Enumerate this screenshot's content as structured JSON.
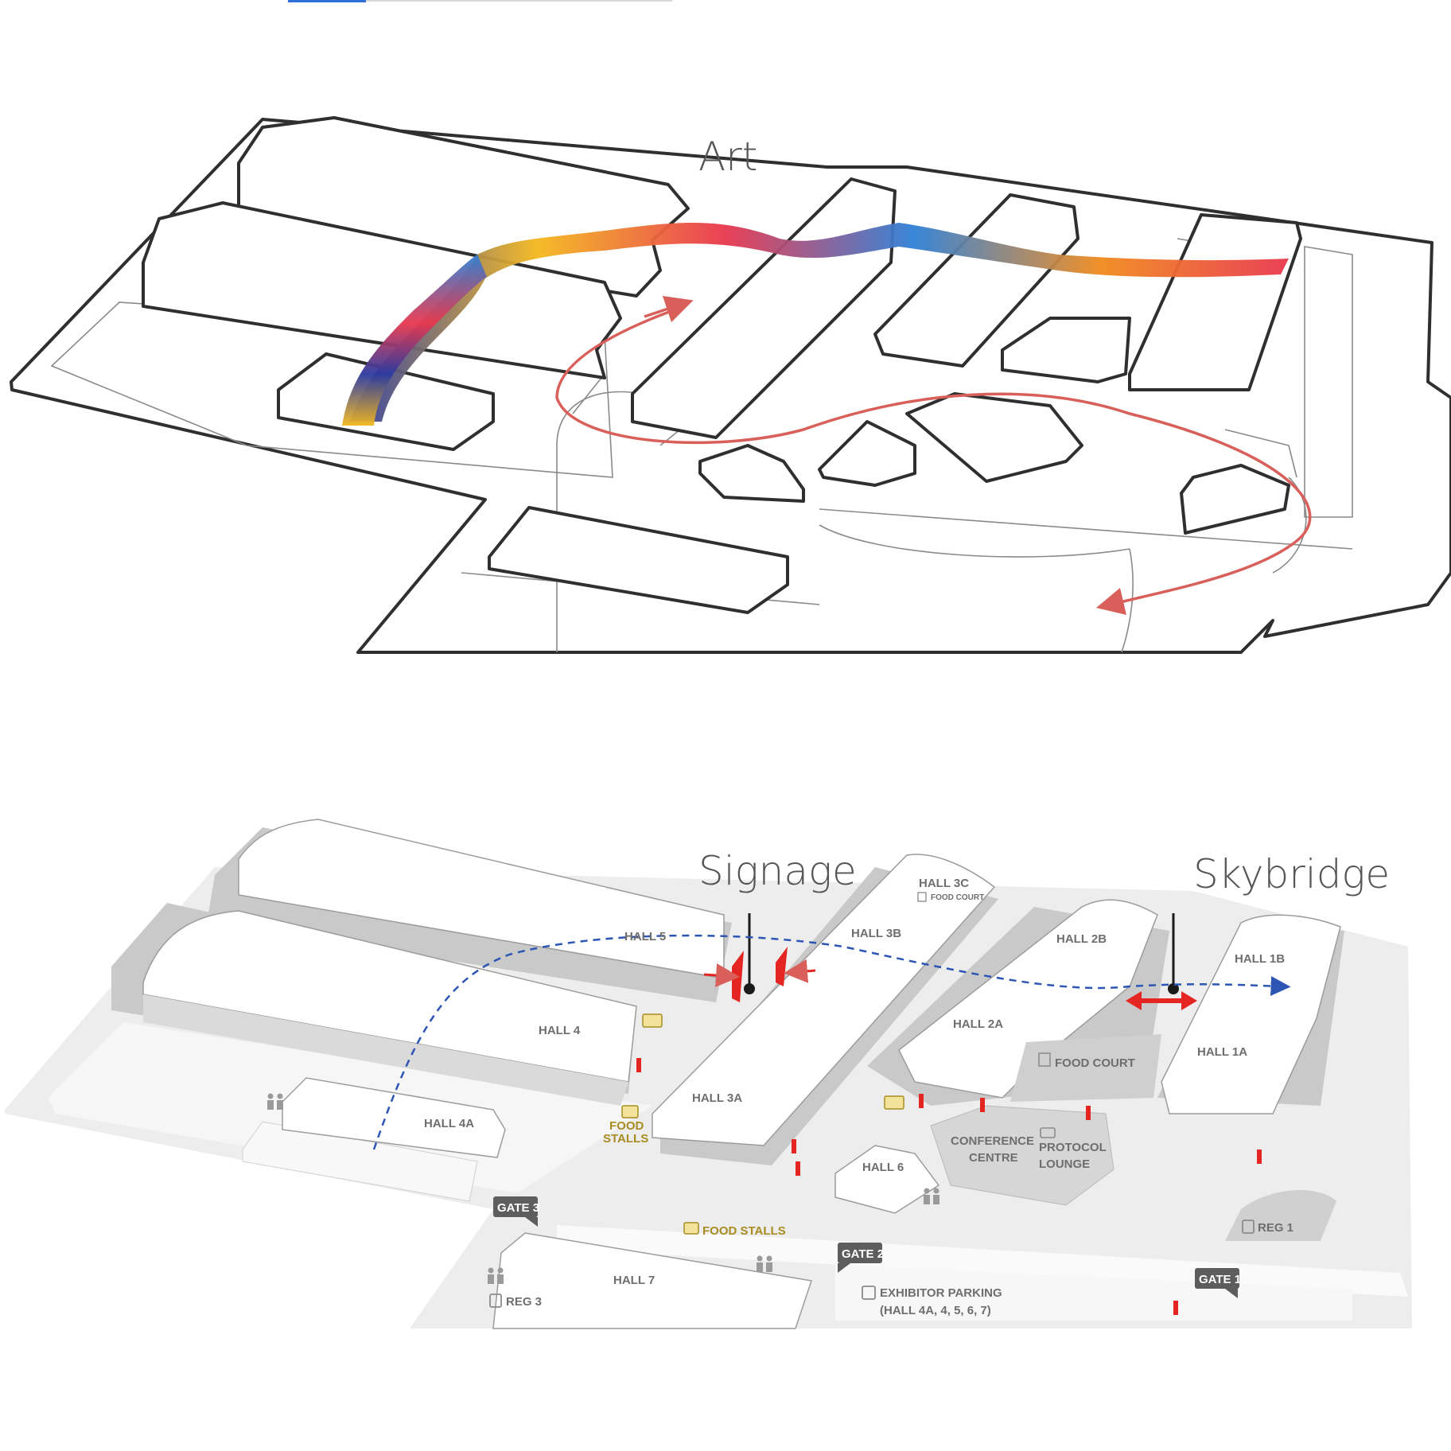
{
  "headings": {
    "art": "Art",
    "signage": "Signage",
    "skybridge": "Skybridge"
  },
  "map_labels": {
    "hall5": "HALL 5",
    "hall4": "HALL 4",
    "hall4a": "HALL 4A",
    "hall3c": "HALL 3C",
    "food_court_small": "FOOD COURT",
    "hall3b": "HALL 3B",
    "hall3a": "HALL 3A",
    "hall2b": "HALL 2B",
    "hall2a": "HALL 2A",
    "food_court": "FOOD COURT",
    "hall1b": "HALL 1B",
    "hall1a": "HALL 1A",
    "food_stalls_1": "FOOD",
    "food_stalls_2": "STALLS",
    "food_stalls_row": "FOOD STALLS",
    "conference_1": "CONFERENCE",
    "conference_2": "CENTRE",
    "protocol_1": "PROTOCOL",
    "protocol_2": "LOUNGE",
    "hall6": "HALL 6",
    "hall7": "HALL 7",
    "gate3": "GATE 3",
    "gate2": "GATE 2",
    "gate1": "GATE 1",
    "reg1": "REG 1",
    "reg3": "REG 3",
    "exhibitor_1": "EXHIBITOR PARKING",
    "exhibitor_2": "(HALL 4A, 4, 5, 6, 7)"
  },
  "icons": [
    "toilet-icon",
    "truck-icon",
    "food-stall-icon",
    "restaurant-icon",
    "parking-icon",
    "registration-icon",
    "protocol-icon",
    "signage-flag-icon",
    "arrow-icon"
  ],
  "colors": {
    "outline": "#2f2f2f",
    "route_red": "#d9605a",
    "route_blue": "#2d55b4",
    "signage_red": "#e52521",
    "hall5_outline": "#e08a85",
    "hall4a_outline": "#e8cf55",
    "hall3_outline": "#7fc7a8",
    "hall2_outline": "#4a6fd1",
    "hall1_outline": "#5aa0e0",
    "hall7_outline": "#9a90d6",
    "gate_fill": "#5d5d5d"
  }
}
